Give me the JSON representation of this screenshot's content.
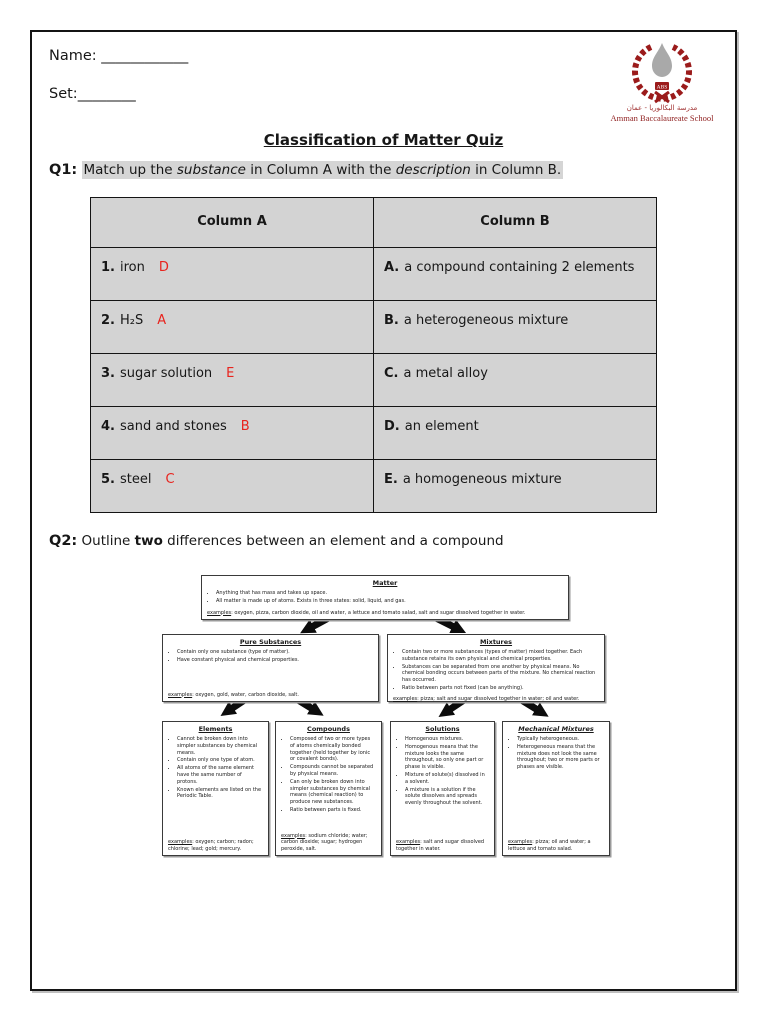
{
  "header": {
    "name_label": "Name:",
    "name_line": "____________",
    "set_label": "Set:",
    "set_line": "________"
  },
  "logo": {
    "abbr": "ABS",
    "arabic": "مدرسة البكالوريا - عمان",
    "school": "Amman Baccalaureate School",
    "wreath_color": "#9b1b1b",
    "flame_color": "#a9a9a9"
  },
  "title": "Classification of Matter Quiz",
  "q1": {
    "label": "Q1:",
    "p0": "Match up the ",
    "p1": "substance",
    "p2": " in Column A with the ",
    "p3": "description",
    "p4": " in Column B."
  },
  "table": {
    "col_a": "Column A",
    "col_b": "Column B",
    "answer_color": "#e8231d",
    "rows": [
      {
        "num": "1.",
        "item": "iron",
        "answer": "D",
        "b_num": "A.",
        "b_text": "a compound containing 2 elements"
      },
      {
        "num": "2.",
        "item": "H₂S",
        "answer": "A",
        "b_num": "B.",
        "b_text": "a heterogeneous mixture"
      },
      {
        "num": "3.",
        "item": "sugar solution",
        "answer": "E",
        "b_num": "C.",
        "b_text": "a metal alloy"
      },
      {
        "num": "4.",
        "item": "sand and stones",
        "answer": "B",
        "b_num": "D.",
        "b_text": "an element"
      },
      {
        "num": "5.",
        "item": "steel",
        "answer": "C",
        "b_num": "E.",
        "b_text": "a homogeneous mixture"
      }
    ]
  },
  "q2": {
    "label": "Q2:",
    "p0": "Outline ",
    "p1": "two",
    "p2": " differences between an element and a compound"
  },
  "diagram": {
    "nodes": [
      {
        "title": "Matter",
        "bullets": [
          "Anything that has mass and takes up space.",
          "All matter is made up of atoms.  Exists in three states: solid, liquid, and gas."
        ],
        "examples_label": "examples",
        "examples": ": oxygen, pizza, carbon dioxide, oil and water, a lettuce and tomato salad, salt and sugar dissolved together in water."
      },
      {
        "title": "Pure Substances",
        "bullets": [
          "Contain only one substance (type of matter).",
          "Have constant physical and chemical properties."
        ],
        "examples_label": "examples",
        "examples": ": oxygen, gold, water, carbon dioxide, salt."
      },
      {
        "title": "Mixtures",
        "bullets": [
          "Contain two or more substances (types of matter) mixed together.  Each substance retains its own physical and chemical properties.",
          "Substances can be separated from one another by physical means.  No chemical bonding occurs between parts of the mixture.  No chemical reaction has occurred.",
          "Ratio between parts not fixed (can be anything)."
        ],
        "examples_label": "examples",
        "examples": ": pizza; salt and sugar dissolved together in water; oil and water."
      },
      {
        "title": "Elements",
        "bullets": [
          "Cannot be broken down into simpler substances by chemical means.",
          "Contain only one type of atom.",
          "All atoms of the same element have the same number of protons.",
          "Known elements are listed on the Periodic Table."
        ],
        "examples_label": "examples",
        "examples": ": oxygen; carbon; radon; chlorine; lead; gold; mercury."
      },
      {
        "title": "Compounds",
        "bullets": [
          "Composed of two or more types of atoms chemically bonded together (held together by ionic or covalent bonds).",
          "Compounds cannot be separated by physical means.",
          "Can only be broken down into simpler substances by chemical means (chemical reaction) to produce new substances.",
          "Ratio between parts is fixed."
        ],
        "examples_label": "examples",
        "examples": ": sodium chloride; water; carbon dioxide; sugar; hydrogen peroxide, salt."
      },
      {
        "title": "Solutions",
        "bullets": [
          "Homogenous mixtures.",
          "Homogenous means that the mixture looks the same throughout, so only one part or phase is visible.",
          "Mixture of solute(s) dissolved in a solvent.",
          "A mixture is a solution if the solute dissolves and spreads evenly throughout the solvent."
        ],
        "examples_label": "examples",
        "examples": ": salt and sugar dissolved together in water."
      },
      {
        "title": "Mechanical Mixtures",
        "bullets": [
          "Typically heterogeneous.",
          "Heterogeneous means that the mixture does not look the same throughout; two or more parts or phases are visible."
        ],
        "examples_label": "examples",
        "examples": ": pizza; oil and water; a lettuce and tomato salad."
      }
    ]
  }
}
